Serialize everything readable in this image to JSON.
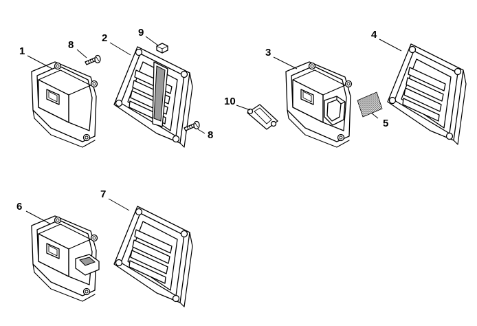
{
  "callouts": [
    {
      "id": "1",
      "label": "1"
    },
    {
      "id": "2",
      "label": "2"
    },
    {
      "id": "3",
      "label": "3"
    },
    {
      "id": "4",
      "label": "4"
    },
    {
      "id": "5",
      "label": "5"
    },
    {
      "id": "6",
      "label": "6"
    },
    {
      "id": "7",
      "label": "7"
    },
    {
      "id": "8a",
      "label": "8"
    },
    {
      "id": "8b",
      "label": "8"
    },
    {
      "id": "9",
      "label": "9"
    },
    {
      "id": "10",
      "label": "10"
    }
  ]
}
